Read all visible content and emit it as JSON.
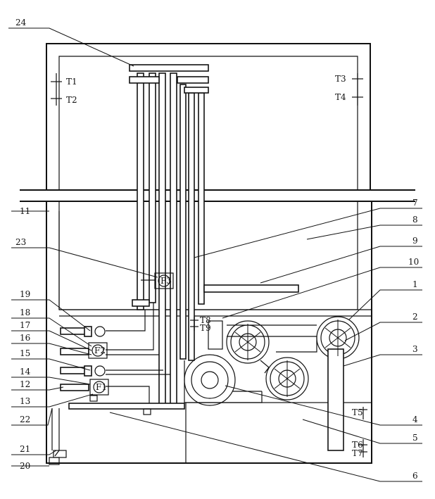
{
  "figure": {
    "callouts": [
      "24",
      "11",
      "23",
      "19",
      "18",
      "17",
      "16",
      "15",
      "14",
      "12",
      "13",
      "22",
      "21",
      "20",
      "7",
      "8",
      "9",
      "10",
      "1",
      "2",
      "3",
      "4",
      "5",
      "6"
    ],
    "sensor_labels": [
      "T1",
      "T2",
      "T3",
      "T4",
      "T5",
      "T6",
      "T7",
      "T8",
      "T9"
    ],
    "pump_labels": [
      "F3",
      "F2",
      "F1"
    ]
  }
}
